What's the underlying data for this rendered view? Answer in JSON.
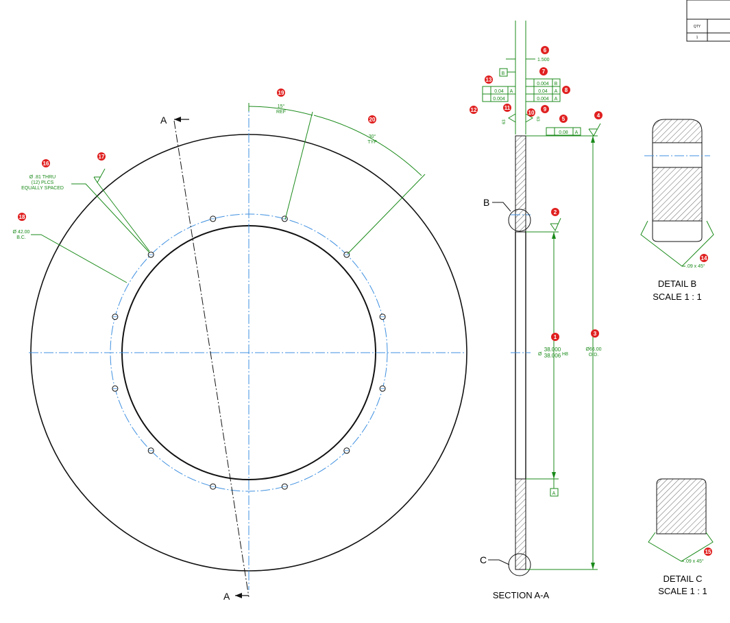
{
  "title_block": {
    "qty_header": "QTY",
    "qty_value": "1"
  },
  "section_marks": {
    "top": "A",
    "bottom": "A",
    "detail_b": "B",
    "detail_c": "C"
  },
  "callouts": {
    "hole_thru": [
      "Ø .81 THRU",
      "(12) PLCS",
      "EQUALLY SPACED"
    ],
    "bolt_circle": [
      "Ø 42.00",
      "B.C."
    ],
    "angle_15": [
      "15°",
      "REF"
    ],
    "angle_30": [
      "30°",
      "TYP"
    ],
    "thickness": "1.500",
    "bore_sym": "Ø",
    "bore_upper": "38.000",
    "bore_lower": "38.006",
    "bore_fit": "H8",
    "od": [
      "Ø66.00",
      "O.D."
    ],
    "chamfer_b": ".09 x 45°",
    "chamfer_c": ".09 x 45°",
    "roughness_left": "63",
    "roughness_right": "63"
  },
  "gdt": {
    "datum_b": "B",
    "datum_a": "A",
    "frame_13a": [
      "0.04",
      "A"
    ],
    "frame_13b": "0.004",
    "frame_7": [
      "0.004",
      "B"
    ],
    "frame_8": [
      "0.04",
      "A"
    ],
    "frame_9": [
      "0.004",
      "A"
    ],
    "frame_5": [
      "0.08",
      "A"
    ]
  },
  "views": {
    "section": "SECTION A-A",
    "detail_b": [
      "DETAIL B",
      "SCALE 1 : 1"
    ],
    "detail_c": [
      "DETAIL C",
      "SCALE 1 : 1"
    ]
  },
  "balloons": [
    "1",
    "2",
    "3",
    "4",
    "5",
    "6",
    "7",
    "8",
    "9",
    "10",
    "11",
    "12",
    "13",
    "14",
    "15",
    "16",
    "17",
    "18",
    "19",
    "20"
  ],
  "colors": {
    "dimension": "#1a8a1a",
    "centerline": "#3d8fe0",
    "balloon": "#e02020",
    "outline": "#111111"
  }
}
